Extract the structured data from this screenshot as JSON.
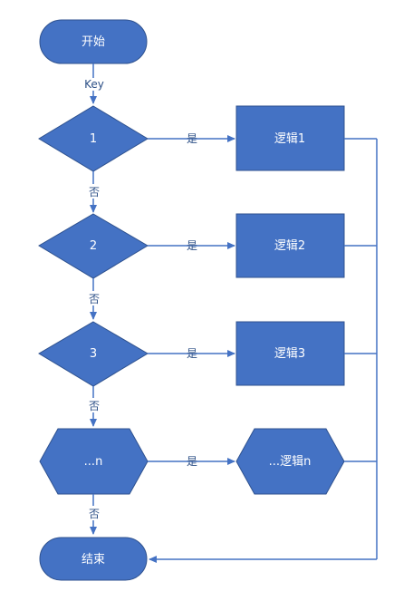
{
  "colors": {
    "node_fill": "#4472c4",
    "node_stroke": "#2f528f",
    "edge": "#4472c4",
    "label": "#2c4f86"
  },
  "start": "开始",
  "end": "结束",
  "key_label": "Key",
  "yes_label": "是",
  "no_label": "否",
  "decisions": [
    "1",
    "2",
    "3",
    "...n"
  ],
  "logics": [
    "逻辑1",
    "逻辑2",
    "逻辑3",
    "...逻辑n"
  ]
}
